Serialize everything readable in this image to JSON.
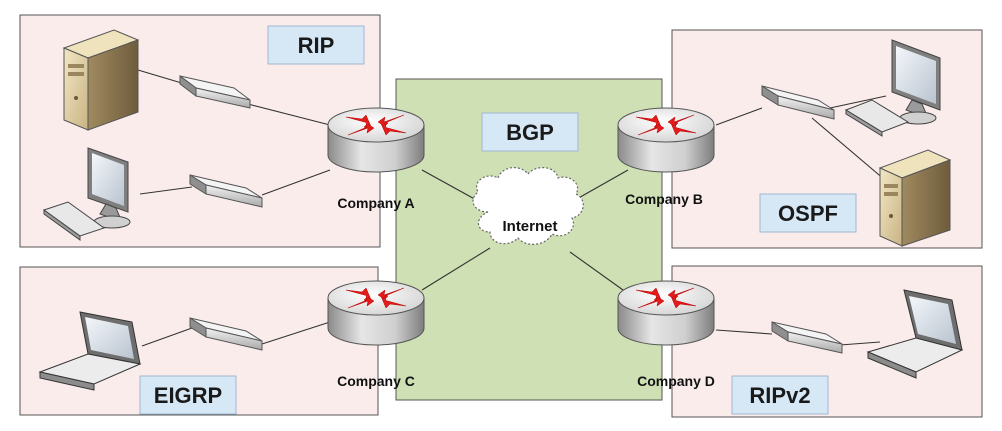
{
  "colors": {
    "company_zone_fill": "#fbecec",
    "bgp_zone_fill": "#cfe0b4",
    "label_box_fill": "#d6e8f6",
    "router_arrow": "#e21b1b"
  },
  "core": {
    "protocol": "BGP",
    "cloud_label": "Internet"
  },
  "companies": {
    "a": {
      "router_label": "Company A",
      "protocol": "RIP"
    },
    "b": {
      "router_label": "Company B",
      "protocol": "OSPF"
    },
    "c": {
      "router_label": "Company C",
      "protocol": "EIGRP"
    },
    "d": {
      "router_label": "Company D",
      "protocol": "RIPv2"
    }
  },
  "icons": [
    "router-icon",
    "switch-icon",
    "server-tower-icon",
    "desktop-monitor-icon",
    "keyboard-icon",
    "laptop-icon",
    "cloud-icon"
  ]
}
